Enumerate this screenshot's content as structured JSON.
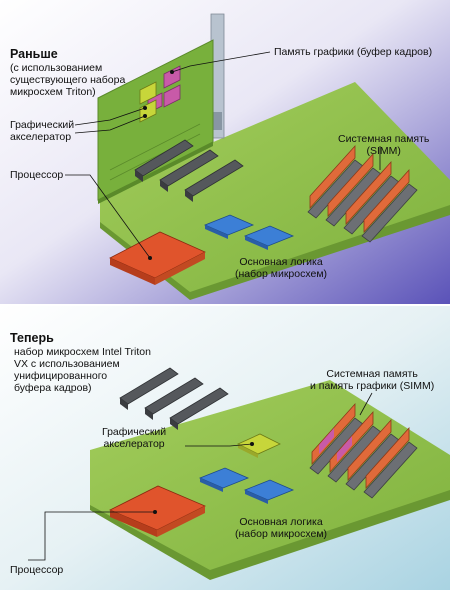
{
  "top": {
    "heading": "Раньше",
    "subtitle": "(с использованием\nсуществующего набора\nмикросхем Triton)",
    "labels": {
      "graphics_memory": "Память графики (буфер кадров)",
      "graphics_accelerator": "Графический\nакселератор",
      "processor": "Процессор",
      "system_memory": "Системная память\n(SIMM)",
      "core_logic": "Основная логика\n(набор микросхем)"
    }
  },
  "bottom": {
    "heading": "Теперь",
    "subtitle": "набор микросхем Intel Triton\nVX с использованием\nунифицированного\nбуфера кадров)",
    "labels": {
      "system_memory": "Системная память\nи память графики (SIMM)",
      "graphics_accelerator": "Графический\nакселератор",
      "core_logic": "Основная логика\n(набор микросхем)",
      "processor": "Процессор"
    }
  },
  "colors": {
    "board": "#8fbf4a",
    "processor": "#e0542c",
    "core_logic": "#3c7fd6",
    "accelerator": "#c7d63a",
    "video_memory": "#c85aa8",
    "top_background": "#5a52b8",
    "bottom_background": "#a9d3e2"
  }
}
